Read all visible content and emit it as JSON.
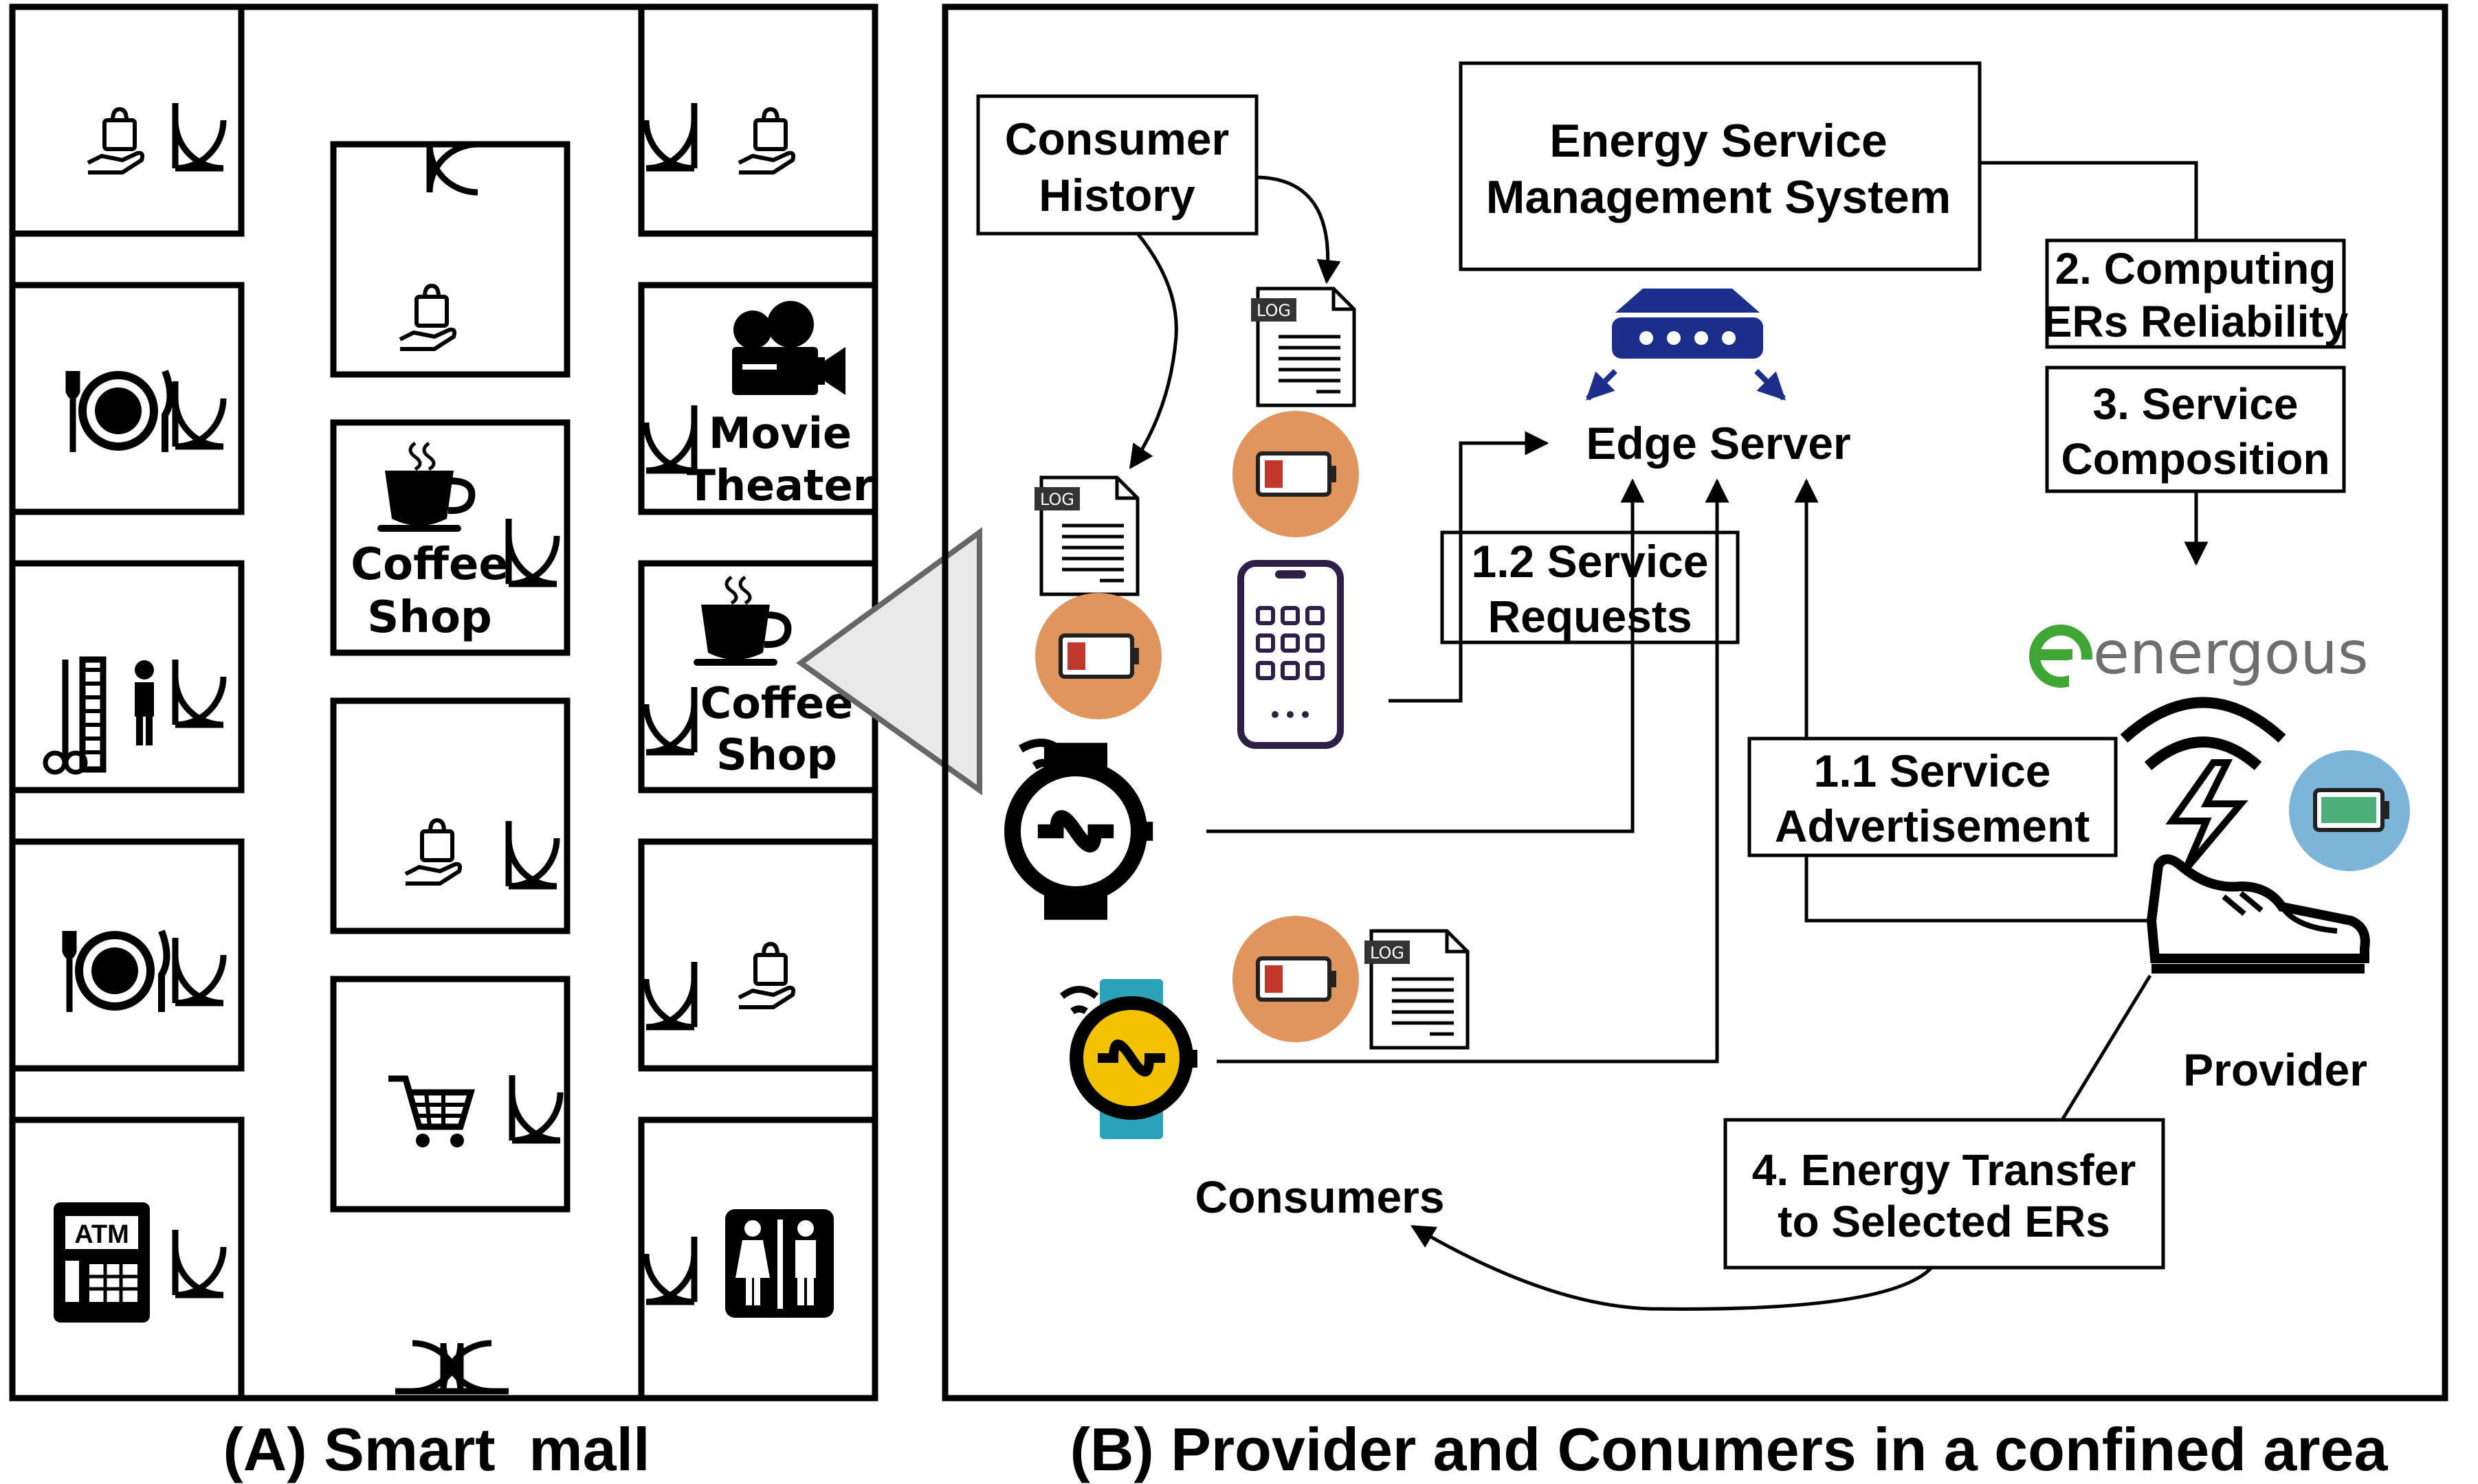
{
  "panel_a": {
    "caption": "(A) Smart  mall",
    "stores": {
      "coffee_center": [
        "Coffee",
        "Shop"
      ],
      "coffee_right": [
        "Coffee",
        "Shop"
      ],
      "movie": [
        "Movie",
        "Theater"
      ]
    },
    "atm_label": "ATM"
  },
  "panel_b": {
    "caption": "(B) Provider and Conumers in a confined area",
    "consumer_history": [
      "Consumer",
      "History"
    ],
    "esms": [
      "Energy Service",
      "Management System"
    ],
    "edge_server": "Edge Server",
    "computing_reliability": [
      "2. Computing",
      "ERs Reliability"
    ],
    "service_composition": [
      "3. Service",
      "Composition"
    ],
    "service_requests": [
      "1.2 Service",
      "Requests"
    ],
    "service_advertisement": [
      "1.1 Service",
      "Advertisement"
    ],
    "energy_transfer": [
      "4. Energy Transfer",
      "to Selected ERs"
    ],
    "provider": "Provider",
    "consumers": "Consumers",
    "log_tag": "LOG",
    "brand": "energous"
  },
  "colors": {
    "battery_circle_orange": "#E0955F",
    "battery_circle_blue": "#7DB5D8",
    "battery_low": "#C0392B",
    "battery_full": "#4CAF7A",
    "router_blue": "#1B2E8A",
    "watch_yellow": "#F2C200",
    "watch_teal": "#2AA3B8",
    "brand_green": "#3FA535",
    "brand_gray": "#6E6E6E",
    "phone_purple": "#2E1F47"
  }
}
